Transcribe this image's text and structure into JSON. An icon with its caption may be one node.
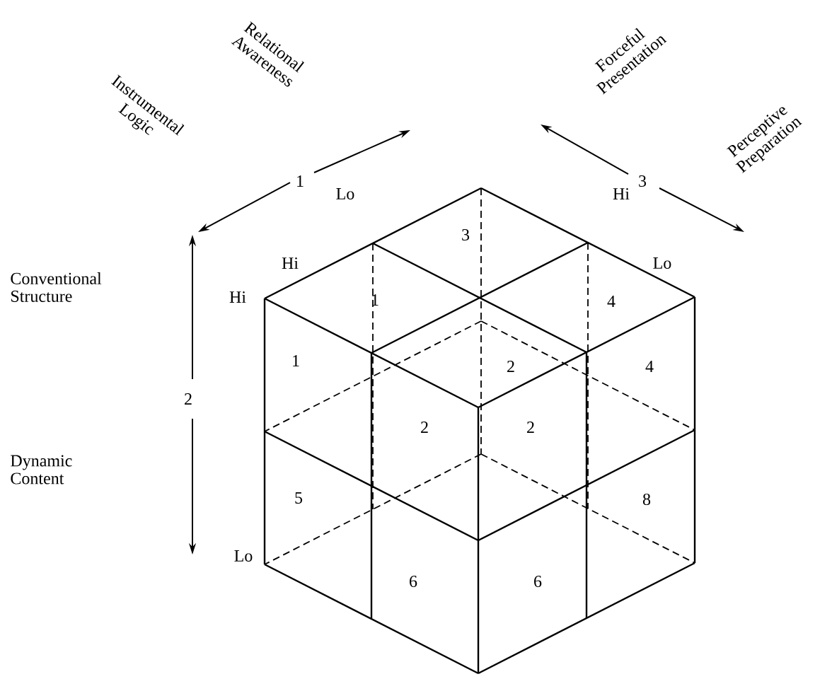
{
  "diagram": {
    "labels": [
      "Relational Awareness",
      "Forceful Presentation",
      "Perceptive Preparation",
      "Instrumental Logic",
      "1",
      "3",
      "Lo",
      "Hi",
      "3",
      "Hi",
      "Lo",
      "1",
      "Conventional Structure",
      "Hi",
      "4",
      "1",
      "2",
      "4",
      "2",
      "2",
      "2",
      "Dynamic Content",
      "5",
      "8",
      "Lo",
      "6",
      "6"
    ]
  }
}
